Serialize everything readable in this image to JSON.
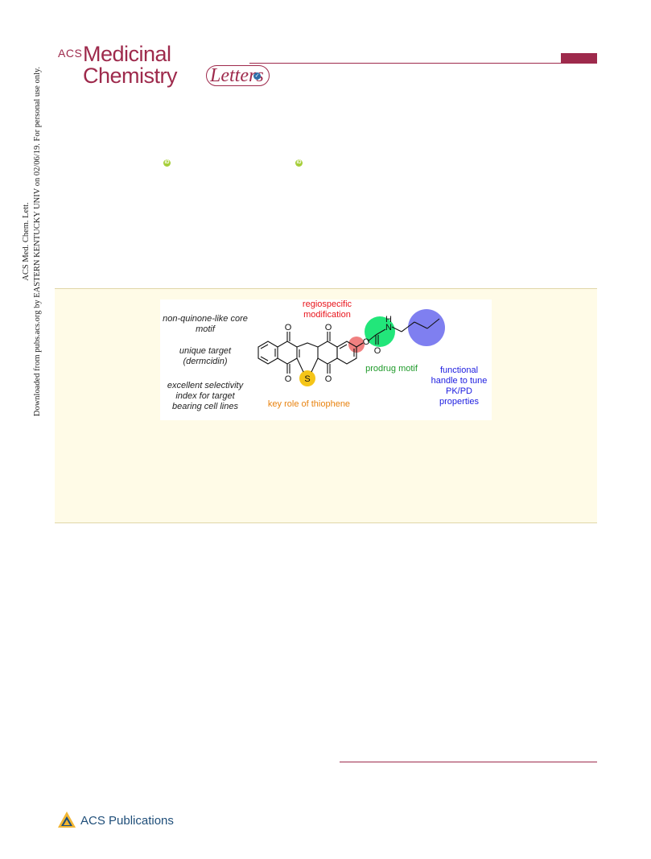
{
  "journal": {
    "acs": "ACS",
    "medicinal": "Medicinal",
    "chemistry": "Chemistry",
    "letters": "Letters",
    "colors": {
      "brand": "#9e2a4c",
      "badge": "#2d6ea8",
      "orcid": "#a6ce39"
    }
  },
  "orcid": {
    "mark": "iD"
  },
  "side_note": {
    "line1": "ACS Med. Chem. Lett.",
    "line2": "Downloaded from pubs.acs.org by EASTERN KENTUCKY UNIV on 02/06/19. For personal use only."
  },
  "toc_graphic": {
    "left_labels": [
      "non-quinone-like core motif",
      "unique target (dermcidin)",
      "excellent selectivity index for target bearing cell lines"
    ],
    "top_label": "regiospecific modification",
    "bottom_label": "key role of thiophene",
    "prodrug_label": "prodrug motif",
    "handle_label": "functional handle to tune PK/PD properties",
    "atoms": {
      "oxygen": "O",
      "sulfur": "S",
      "nitrogen": "N",
      "hydrogen": "H"
    },
    "colors": {
      "red": "#e8141b",
      "orange": "#e8820e",
      "green": "#1f9a2a",
      "blue": "#1c1ce0",
      "sulfur_circle": "#f5c518",
      "ester_circle": "#f08080",
      "prodrug_circle": "#22e67a",
      "handle_circle": "#7f7ff0"
    }
  },
  "publisher": {
    "name": "ACS Publications"
  }
}
